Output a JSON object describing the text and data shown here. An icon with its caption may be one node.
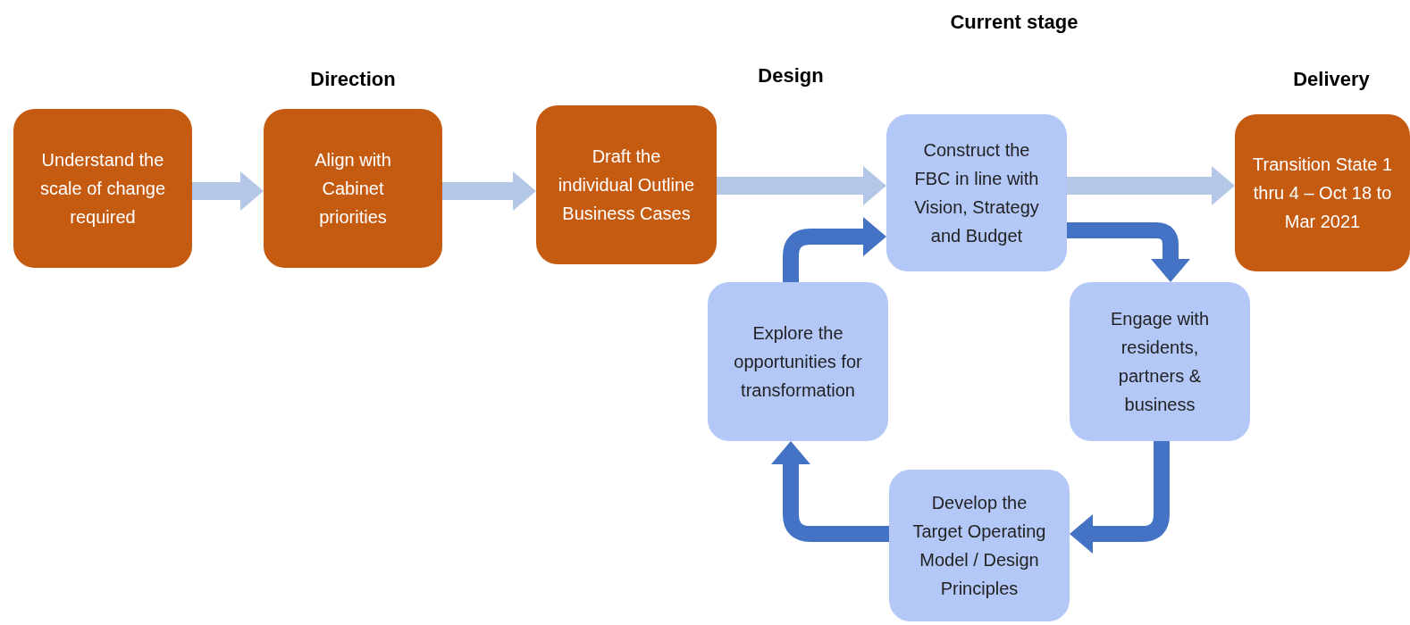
{
  "diagram": {
    "nodes": [
      {
        "text": [
          "Understand the scale of change required"
        ]
      },
      {
        "text": [
          "Align with Cabinet priorities"
        ]
      },
      {
        "text": [
          "Draft the individual Outline Business Cases"
        ]
      },
      {
        "text": [
          "Construct the FBC in line with Vision, Strategy and Budget"
        ]
      },
      {
        "text": [
          "Engage with residents, partners & business"
        ]
      },
      {
        "text": [
          "Develop the Target Operating Model / Design Principles"
        ]
      },
      {
        "text": [
          "Explore the opportunities for transformation"
        ]
      },
      {
        "text": [
          "Transition State 1 thru 4 – Oct  18 to Mar 2021"
        ]
      }
    ],
    "edges": [
      {
        "from": 0,
        "to": 1,
        "arrow": "to"
      },
      {
        "from": 1,
        "to": 2,
        "arrow": "to"
      },
      {
        "from": 2,
        "to": 3,
        "arrow": "to"
      },
      {
        "from": 3,
        "to": 7,
        "arrow": "to"
      },
      {
        "from": 3,
        "to": 4,
        "arrow": "to",
        "color": "#4472c4"
      },
      {
        "from": 4,
        "to": 5,
        "arrow": "to",
        "color": "#4472c4"
      },
      {
        "from": 5,
        "to": 6,
        "arrow": "to",
        "color": "#4472c4"
      },
      {
        "from": 6,
        "to": 3,
        "arrow": "to",
        "color": "#4472c4"
      }
    ],
    "labels": [
      "Current stage",
      "Direction",
      "Design",
      "Delivery"
    ]
  }
}
